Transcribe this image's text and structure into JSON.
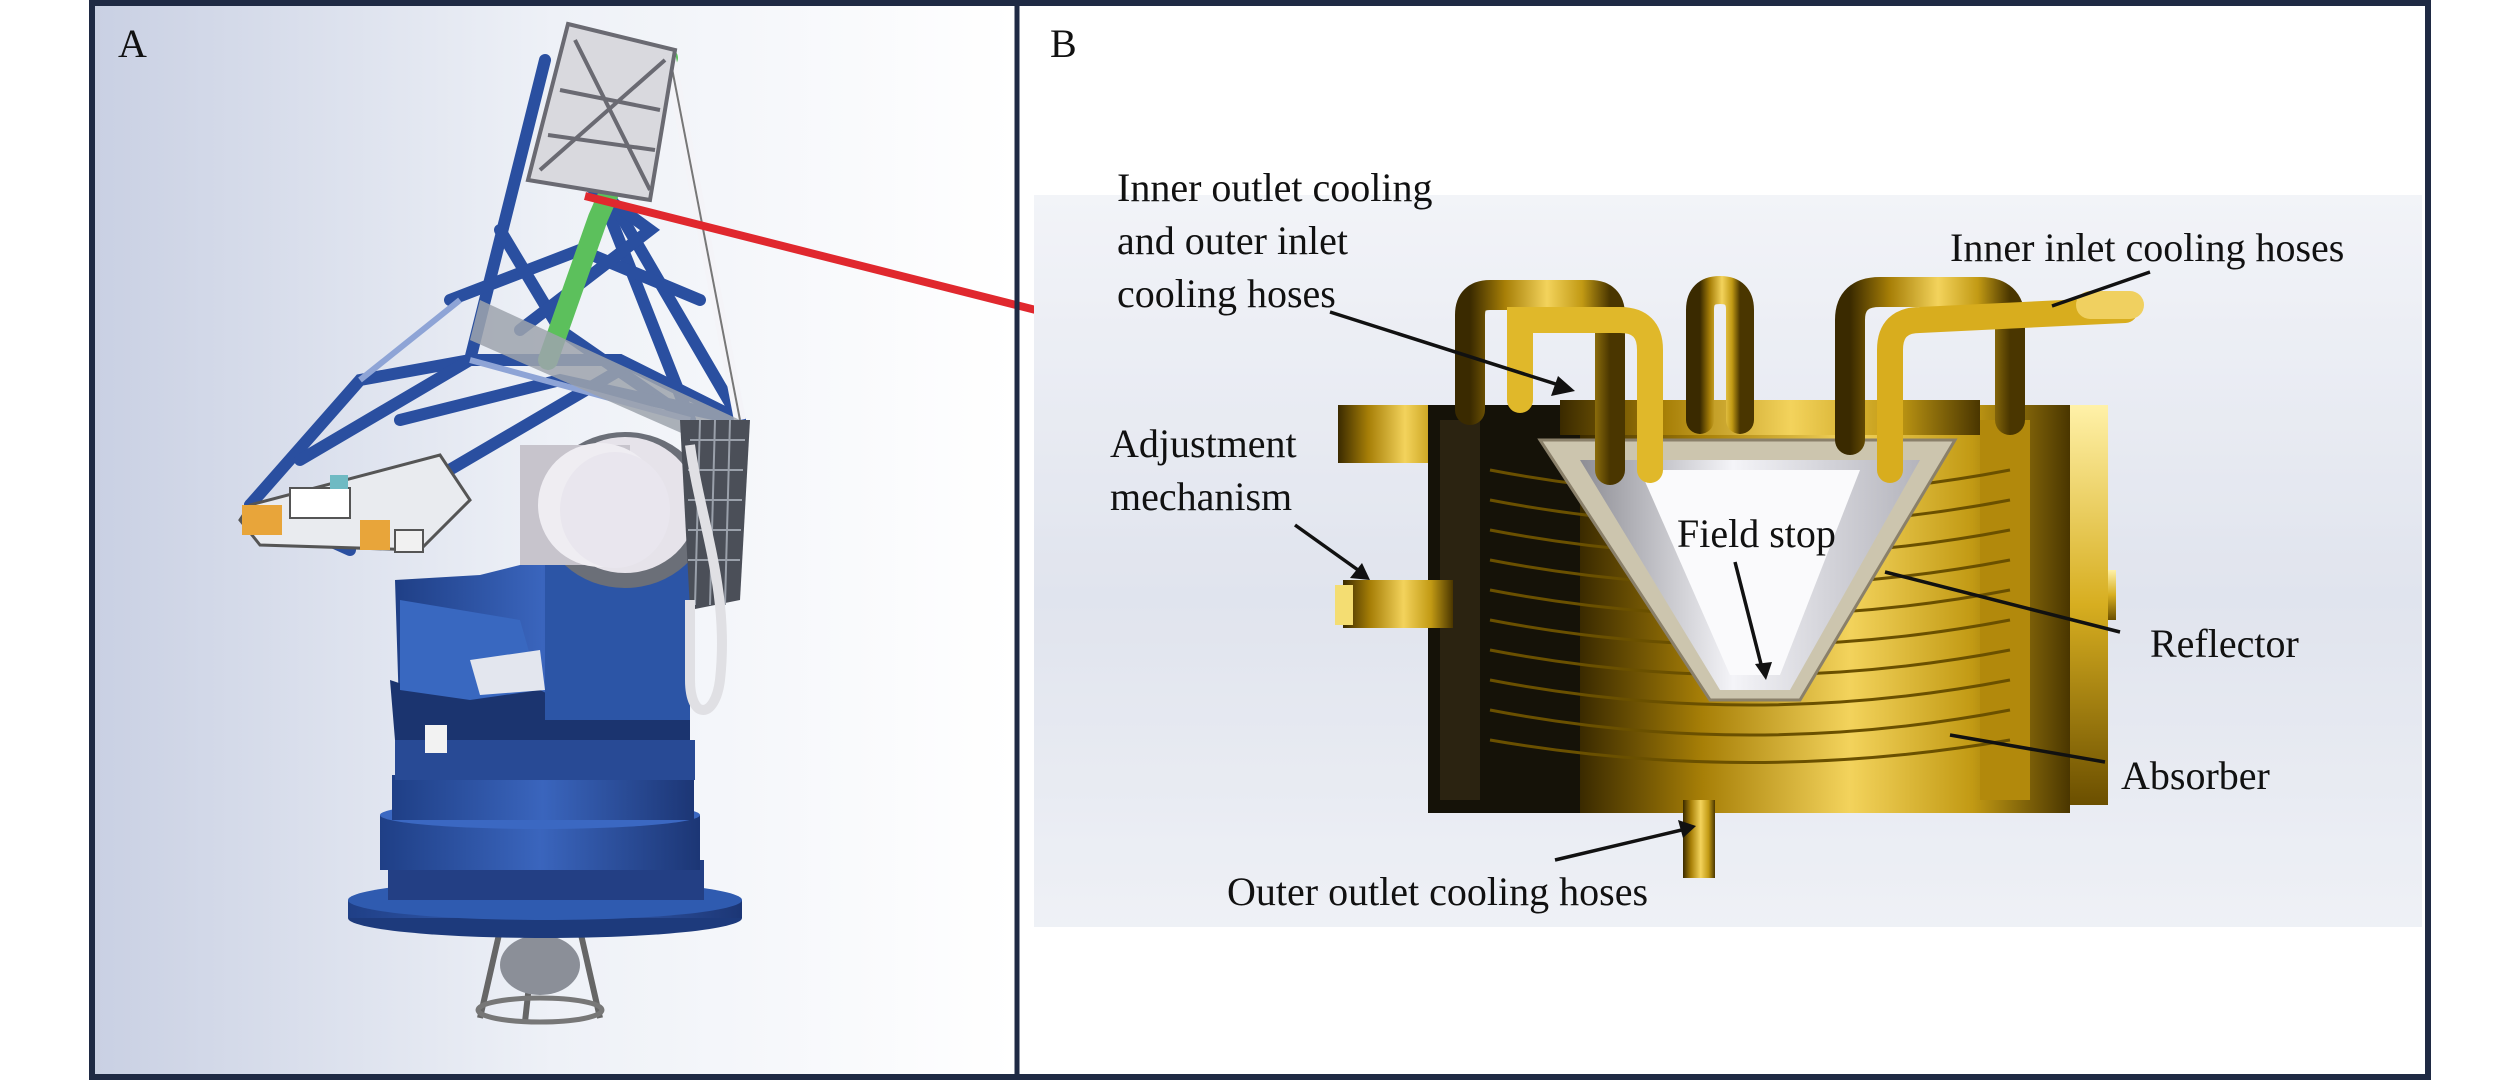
{
  "panels": {
    "a": {
      "label": "A"
    },
    "b": {
      "label": "B"
    }
  },
  "labels": {
    "inner_outlet": "Inner outlet cooling\nand outer inlet\ncooling hoses",
    "inner_inlet": "Inner inlet cooling hoses",
    "adjustment": "Adjustment\nmechanism",
    "field_stop": "Field stop",
    "reflector": "Reflector",
    "absorber": "Absorber",
    "outer_outlet": "Outer outlet cooling hoses"
  },
  "colors": {
    "frame": "#1f2a44",
    "telescope_blue": "#2c55a6",
    "truss_green": "#5cc05c",
    "pointer_red": "#e0282e",
    "gold": "#c9a11a"
  }
}
